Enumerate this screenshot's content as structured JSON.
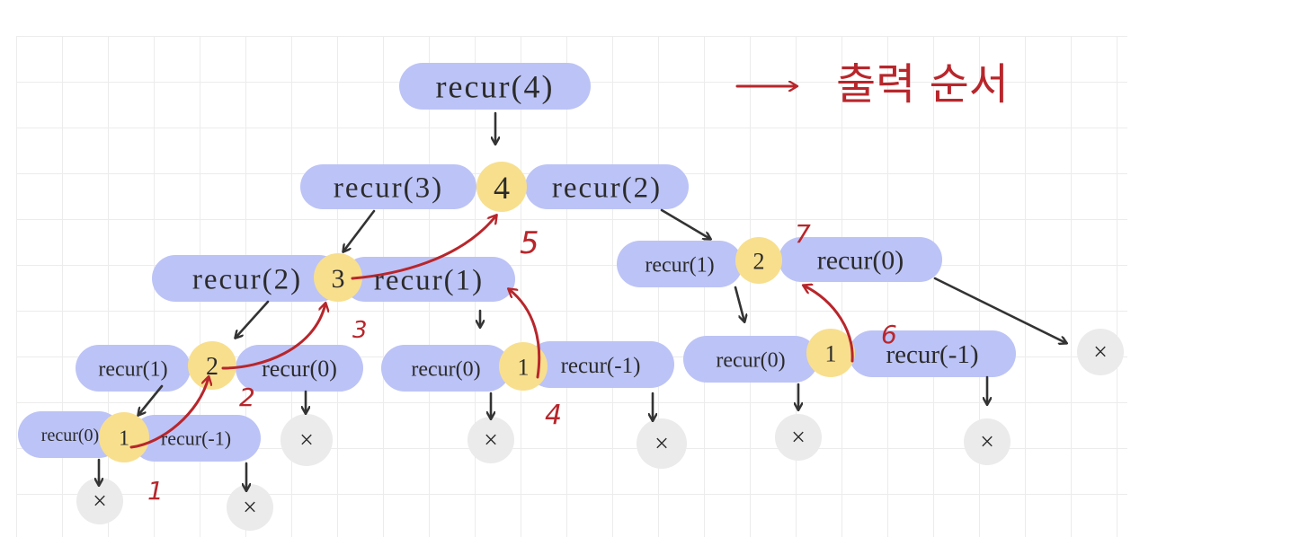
{
  "colors": {
    "call_pill": "#bcc3f6",
    "value_circle": "#f8df8e",
    "leaf_circle": "#ebebeb",
    "arrow": "#333333",
    "order": "#b8262b"
  },
  "legend": {
    "text": "출력 순서"
  },
  "calls": [
    {
      "id": "c4",
      "label": "recur(4)"
    },
    {
      "id": "c3",
      "label": "recur(3)"
    },
    {
      "id": "c2a",
      "label": "recur(2)"
    },
    {
      "id": "c2b",
      "label": "recur(2)"
    },
    {
      "id": "c1a",
      "label": "recur(1)"
    },
    {
      "id": "c1b",
      "label": "recur(1)"
    },
    {
      "id": "c1c",
      "label": "recur(1)"
    },
    {
      "id": "c0a",
      "label": "recur(0)"
    },
    {
      "id": "c0b",
      "label": "recur(0)"
    },
    {
      "id": "c0c",
      "label": "recur(0)"
    },
    {
      "id": "c0d",
      "label": "recur(0)"
    },
    {
      "id": "c0e",
      "label": "recur(0)"
    },
    {
      "id": "cm1a",
      "label": "recur(-1)"
    },
    {
      "id": "cm1b",
      "label": "recur(-1)"
    },
    {
      "id": "cm1c",
      "label": "recur(-1)"
    }
  ],
  "values": [
    {
      "id": "v4",
      "label": "4"
    },
    {
      "id": "v3",
      "label": "3"
    },
    {
      "id": "v2a",
      "label": "2"
    },
    {
      "id": "v2b",
      "label": "2"
    },
    {
      "id": "v1a",
      "label": "1"
    },
    {
      "id": "v1b",
      "label": "1"
    },
    {
      "id": "v1c",
      "label": "1"
    }
  ],
  "leaves": [
    {
      "id": "x1",
      "label": "×"
    },
    {
      "id": "x2",
      "label": "×"
    },
    {
      "id": "x3",
      "label": "×"
    },
    {
      "id": "x4",
      "label": "×"
    },
    {
      "id": "x5",
      "label": "×"
    },
    {
      "id": "x6",
      "label": "×"
    },
    {
      "id": "x7",
      "label": "×"
    },
    {
      "id": "x8",
      "label": "×"
    }
  ],
  "order_labels": [
    "1",
    "2",
    "3",
    "4",
    "5",
    "6",
    "7"
  ]
}
